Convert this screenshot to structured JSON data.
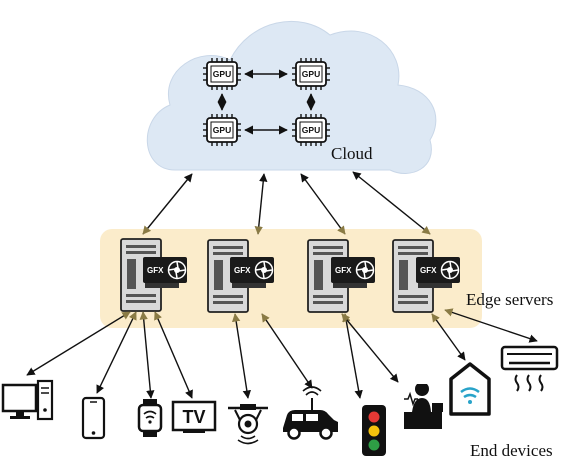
{
  "labels": {
    "cloud": "Cloud",
    "edge_servers": "Edge servers",
    "end_devices": "End devices"
  },
  "cloud_gpus": [
    "GPU",
    "GPU",
    "GPU",
    "GPU"
  ],
  "edge_gpu_cards": [
    "GFX",
    "GFX",
    "GFX",
    "GFX"
  ],
  "tv_text": "TV",
  "colors": {
    "cloud_fill": "#dde8f4",
    "edge_band": "#fbeccb",
    "arrow_black": "#111111",
    "arrow_olive": "#8a7b45",
    "server_fill": "#d9d9d9",
    "gfx_card": "#1a1a1a",
    "wifi_blue": "#29a3c9",
    "traffic_red": "#e53935",
    "traffic_yellow": "#f4c20d",
    "traffic_green": "#2e9e45"
  },
  "icons": {
    "cloud": "cloud-shape",
    "gpu": "gpu-chip-icon",
    "server": "server-tower-icon",
    "gpu_card": "graphics-card-icon",
    "devices": [
      "desktop-computer-icon",
      "smartphone-icon",
      "smartwatch-icon",
      "tv-icon",
      "drone-icon",
      "connected-car-icon",
      "traffic-light-icon",
      "patient-monitor-icon",
      "smart-home-icon",
      "air-conditioner-icon"
    ]
  }
}
